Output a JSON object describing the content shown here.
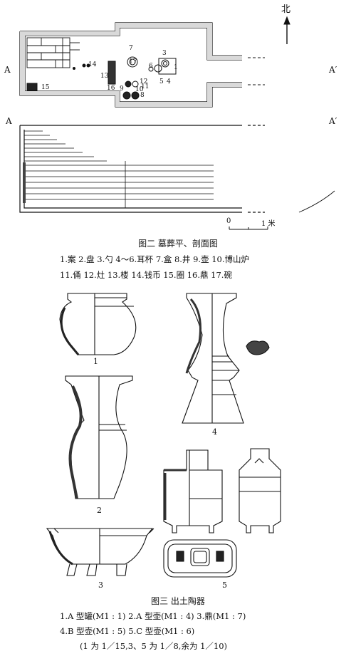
{
  "fig2": {
    "north": "北",
    "section_left": "A",
    "section_right": "A′",
    "plan_left": "A",
    "plan_right": "A′",
    "plan_numbers": [
      "1",
      "3",
      "4",
      "5",
      "6",
      "7",
      "8",
      "9",
      "10",
      "11",
      "12",
      "13",
      "14",
      "15",
      "16",
      "17"
    ],
    "scale_zero": "0",
    "scale_unit": "1 米",
    "title": "图二   墓葬平、剖面图",
    "legend_line1": "1.案  2.盘  3.勺  4～6.耳杯  7.盒  8.井  9.壶  10.博山炉",
    "legend_line2": "11.俑  12.灶  13.楼  14.钱币  15.圈  16.鼎  17.碗"
  },
  "fig3": {
    "labels": [
      "1",
      "2",
      "3",
      "4",
      "5"
    ],
    "title": "图三   出土陶器",
    "legend_line1": "1.A 型罐(M1 : 1)   2.A 型壶(M1 : 4)   3.鼎(M1 : 7)",
    "legend_line2": "4.B 型壶(M1 : 5)   5.C 型壶(M1 : 6)",
    "legend_line3": "(1 为 1／15,3、5 为 1／8,余为 1／10)"
  }
}
